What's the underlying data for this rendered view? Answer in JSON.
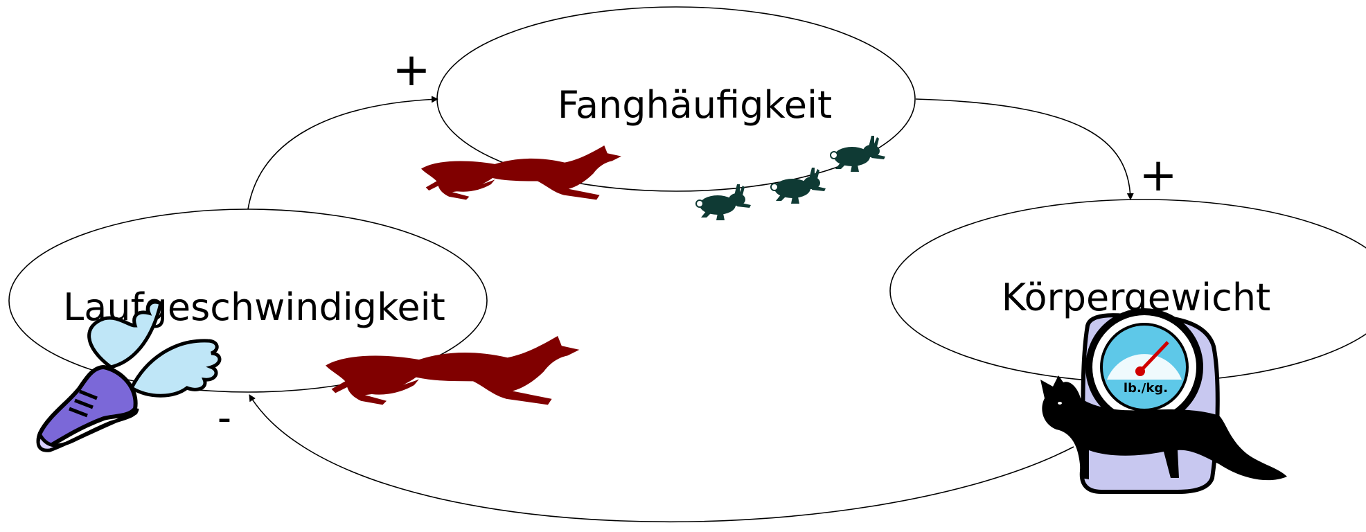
{
  "nodes": {
    "capture": {
      "label": "Fanghäufigkeit"
    },
    "weight": {
      "label": "Körpergewicht"
    },
    "speed": {
      "label": "Laufgeschwindigkeit"
    }
  },
  "edges": {
    "speed_to_capture": {
      "sign": "+"
    },
    "capture_to_weight": {
      "sign": "+"
    },
    "weight_to_speed": {
      "sign": "-"
    }
  },
  "illustrations": {
    "fox_color": "#800000",
    "rabbit_color": "#0f3a34",
    "shoe_color": "#7b68d8",
    "wing_color": "#bfe6f7",
    "cat_color": "#000000",
    "scale_body_color": "#c8c8f0",
    "dial_color": "#5ec8e8",
    "needle_color": "#d00000",
    "scale_text": "lb./kg."
  }
}
